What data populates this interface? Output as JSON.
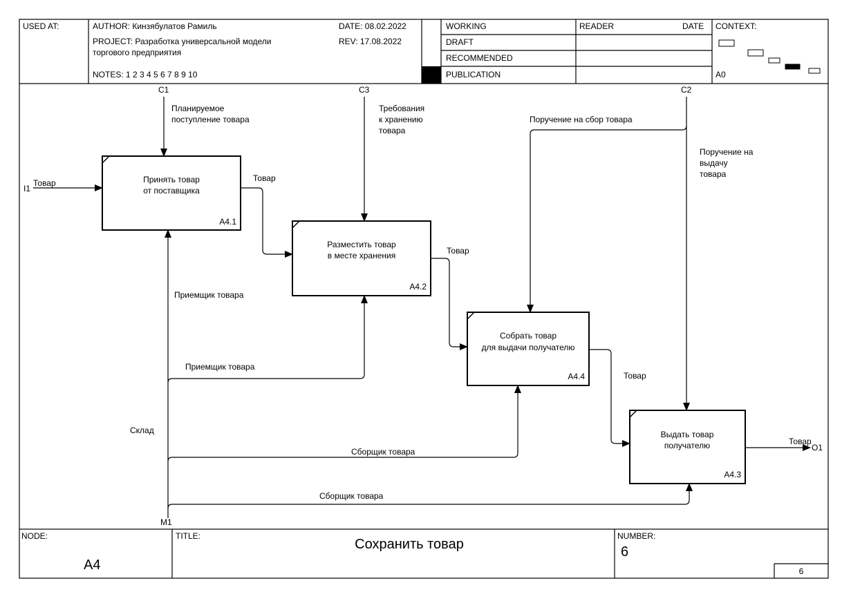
{
  "header": {
    "used_at_label": "USED AT:",
    "author": "AUTHOR:  Кинзябулатов Рамиль",
    "project_line1": "PROJECT:  Разработка универсальной модели",
    "project_line2": "торгового предприятия",
    "notes": "NOTES:  1  2  3  4  5  6  7  8  9  10",
    "date": "DATE:  08.02.2022",
    "rev": "REV:   17.08.2022",
    "status_working": "WORKING",
    "status_draft": "DRAFT",
    "status_recommended": "RECOMMENDED",
    "status_publication": "PUBLICATION",
    "reader_label": "READER",
    "reader_date_label": "DATE",
    "context_label": "CONTEXT:",
    "context_node": "A0"
  },
  "boxes": [
    {
      "line1": "Принять товар",
      "line2": "от поставщика",
      "num": "A4.1"
    },
    {
      "line1": "Разместить товар",
      "line2": "в месте хранения",
      "num": "A4.2"
    },
    {
      "line1": "Собрать товар",
      "line2": "для выдачи получателю",
      "num": "A4.4"
    },
    {
      "line1": "Выдать товар",
      "line2": "получателю",
      "num": "A4.3"
    }
  ],
  "tunnels": {
    "c1": "C1",
    "c2": "C2",
    "c3": "C3",
    "i1": "I1",
    "o1": "O1",
    "m1": "M1"
  },
  "arrow_labels": {
    "c1_line1": "Планируемое",
    "c1_line2": "поступление товара",
    "c3_line1": "Требования",
    "c3_line2": "к хранению",
    "c3_line3": "товара",
    "c2_assemble": "Поручение на сбор товара",
    "c2_issue_line1": "Поручение на",
    "c2_issue_line2": "выдачу",
    "c2_issue_line3": "товара",
    "input_goods": "Товар",
    "goods_1_2": "Товар",
    "goods_2_4": "Товар",
    "goods_4_3": "Товар",
    "output_goods": "Товар",
    "receiver_1": "Приемщик товара",
    "receiver_2": "Приемщик товара",
    "warehouse": "Склад",
    "picker_1": "Сборщик товара",
    "picker_2": "Сборщик товара"
  },
  "footer": {
    "node_label": "NODE:",
    "node_value": "A4",
    "title_label": "TITLE:",
    "title_value": "Сохранить товар",
    "number_label": "NUMBER:",
    "number_value": "6",
    "page": "6"
  }
}
